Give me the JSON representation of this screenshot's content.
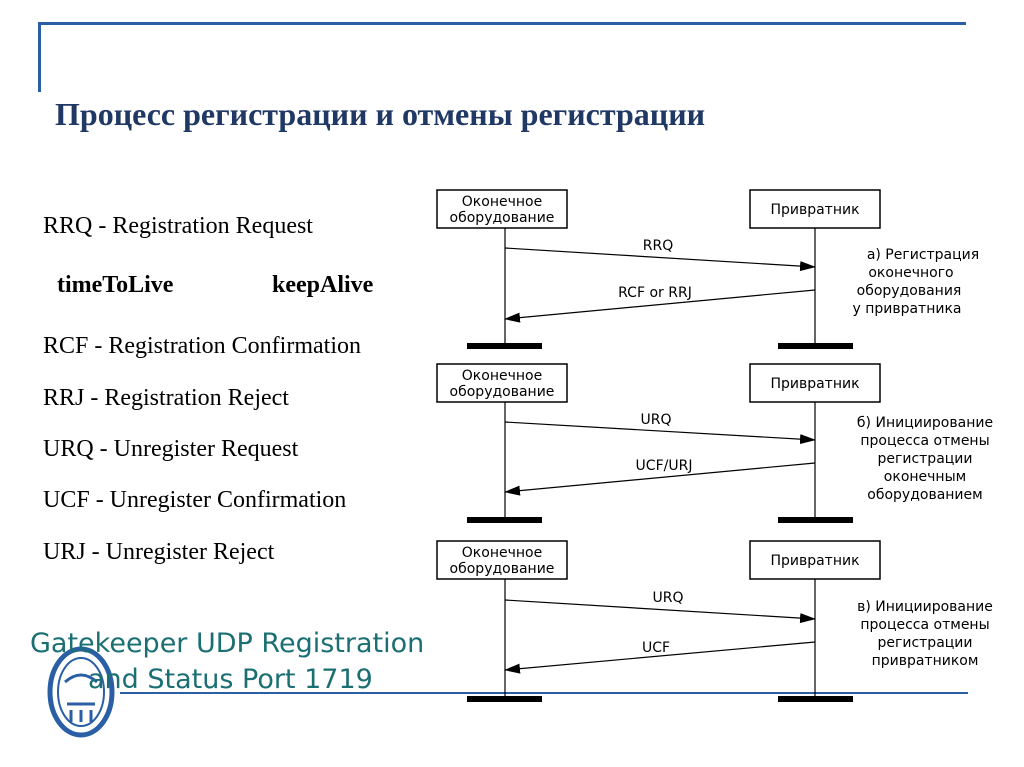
{
  "slide": {
    "title": "Процесс регистрации и отмены регистрации",
    "definitions": [
      "RRQ - Registration Request",
      "RCF - Registration Confirmation",
      "RRJ - Registration Reject",
      "URQ -  Unregister Request",
      "UCF - Unregister Confirmation",
      "URJ - Unregister Reject"
    ],
    "params": [
      "timeToLive",
      "keepAlive"
    ],
    "port_note_line1": "Gatekeeper UDP Registration",
    "port_note_line2": "and Status Port 1719",
    "colors": {
      "title": "#1f3864",
      "frame": "#2a5fa6",
      "port_note": "#1b6f73"
    }
  },
  "diagram": {
    "endpoint_label": [
      "Оконечное",
      "оборудование"
    ],
    "gatekeeper_label": "Привратник",
    "scenarios": [
      {
        "msg1": "RRQ",
        "msg2": "RCF or RRJ",
        "caption": [
          "а) Регистрация",
          "оконечного",
          "оборудования",
          "у привратника"
        ]
      },
      {
        "msg1": "URQ",
        "msg2": "UCF/URJ",
        "caption": [
          "б) Инициирование",
          "процесса отмены",
          "регистрации",
          "оконечным",
          "оборудованием"
        ]
      },
      {
        "msg1": "URQ",
        "msg2": "UCF",
        "caption": [
          "в) Инициирование",
          "процесса отмены",
          "регистрации",
          "привратником"
        ]
      }
    ]
  }
}
